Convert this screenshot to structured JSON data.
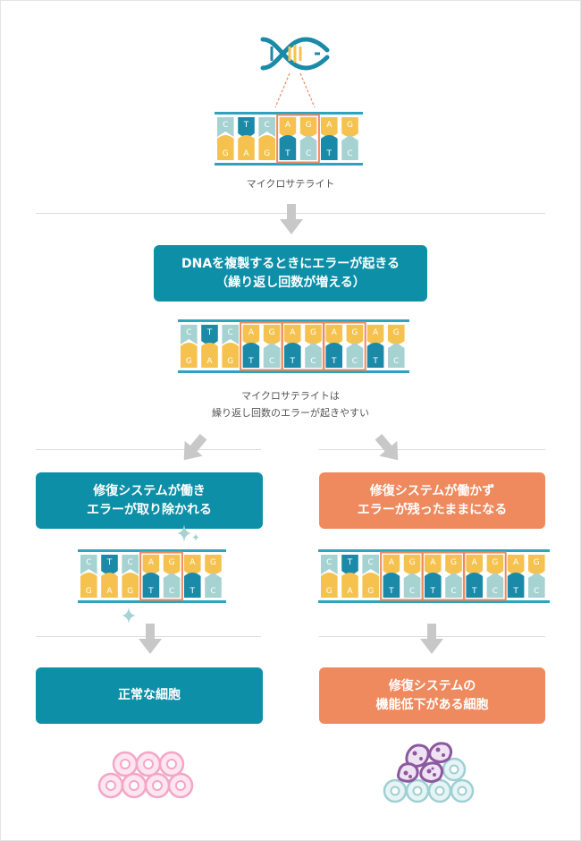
{
  "top": {
    "dna_strip": {
      "top": [
        "C",
        "T",
        "C",
        "A",
        "G",
        "A",
        "G"
      ],
      "bottom": [
        "G",
        "A",
        "G",
        "T",
        "C",
        "T",
        "C"
      ],
      "highlight": [
        3,
        4
      ]
    },
    "caption": "マイクロサテライト"
  },
  "error_box": {
    "line1": "DNAを複製するときにエラーが起きる",
    "line2": "（繰り返し回数が増える）"
  },
  "middle": {
    "dna_strip": {
      "top": [
        "C",
        "T",
        "C",
        "A",
        "G",
        "A",
        "G",
        "A",
        "G",
        "A",
        "G"
      ],
      "bottom": [
        "G",
        "A",
        "G",
        "T",
        "C",
        "T",
        "C",
        "T",
        "C",
        "T",
        "C"
      ],
      "highlight": [
        3,
        4,
        5,
        6,
        7,
        8
      ]
    },
    "caption_line1": "マイクロサテライトは",
    "caption_line2": "繰り返し回数のエラーが起きやすい"
  },
  "left_branch": {
    "box_line1": "修復システムが働き",
    "box_line2": "エラーが取り除かれる",
    "dna_strip": {
      "top": [
        "C",
        "T",
        "C",
        "A",
        "G",
        "A",
        "G"
      ],
      "bottom": [
        "G",
        "A",
        "G",
        "T",
        "C",
        "T",
        "C"
      ],
      "highlight": [
        3,
        4
      ]
    },
    "result": "正常な細胞"
  },
  "right_branch": {
    "box_line1": "修復システムが働かず",
    "box_line2": "エラーが残ったままになる",
    "dna_strip": {
      "top": [
        "C",
        "T",
        "C",
        "A",
        "G",
        "A",
        "G",
        "A",
        "G",
        "A",
        "G"
      ],
      "bottom": [
        "G",
        "A",
        "G",
        "T",
        "C",
        "T",
        "C",
        "T",
        "C",
        "T",
        "C"
      ],
      "highlight": [
        3,
        4,
        5,
        6,
        7,
        8
      ]
    },
    "result_line1": "修復システムの",
    "result_line2": "機能低下がある細胞"
  },
  "colors": {
    "teal": "#0e8fa8",
    "orange": "#ef8a5f",
    "c_tile": "#a6d2d2",
    "ag_tile": "#f6c24f",
    "t_tile": "#1a8aa8",
    "rail": "#2da3bd",
    "pink": "#f4a6c6",
    "purple": "#8c58a0",
    "pale_teal": "#9fcfd3"
  }
}
